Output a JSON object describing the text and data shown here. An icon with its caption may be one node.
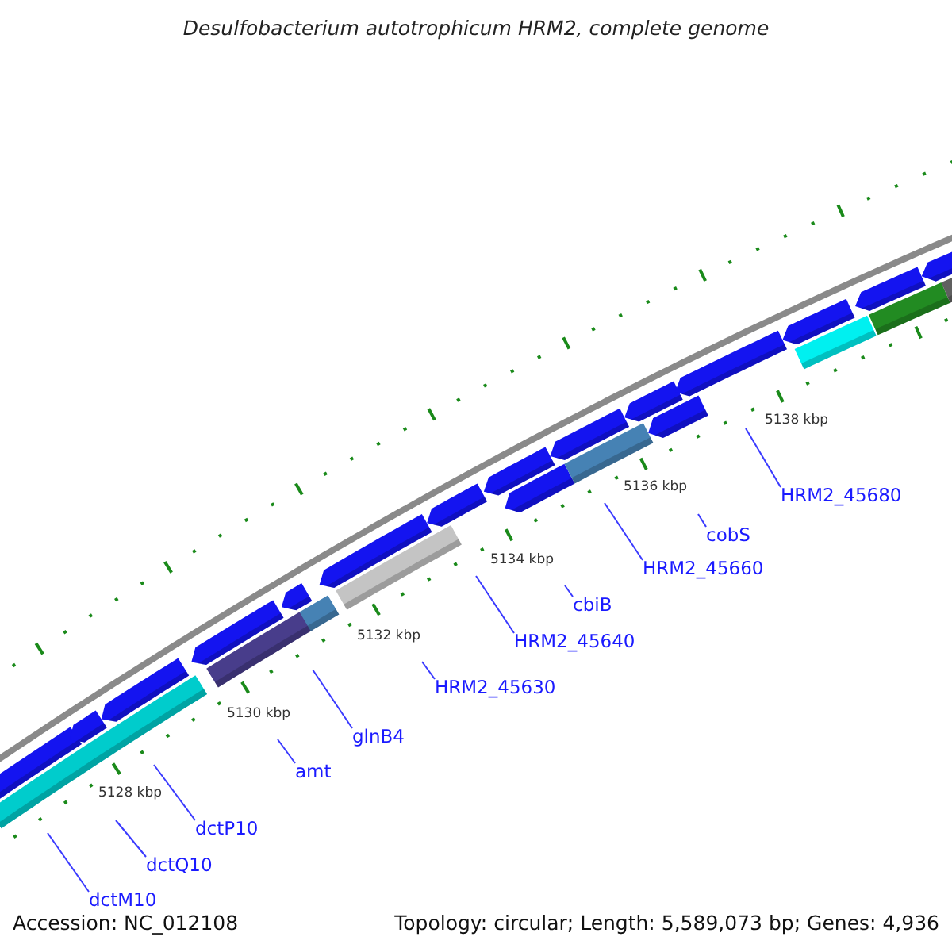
{
  "diagram": {
    "title": "Desulfobacterium autotrophicum HRM2, complete genome",
    "nodes": [
      {
        "text": [
          "dctM10"
        ]
      },
      {
        "text": [
          "dctQ10"
        ]
      },
      {
        "text": [
          "dctP10"
        ]
      },
      {
        "text": [
          "amt"
        ]
      },
      {
        "text": [
          "glnB4"
        ]
      },
      {
        "text": [
          "HRM2_45630"
        ]
      },
      {
        "text": [
          "HRM2_45640"
        ]
      },
      {
        "text": [
          "cbiB"
        ]
      },
      {
        "text": [
          "HRM2_45660"
        ]
      },
      {
        "text": [
          "cobS"
        ]
      },
      {
        "text": [
          "HRM2_45680"
        ]
      }
    ],
    "edges": [
      {
        "from": 0,
        "to": null,
        "arrow": "none"
      },
      {
        "from": 1,
        "to": null,
        "arrow": "none"
      },
      {
        "from": 2,
        "to": null,
        "arrow": "none"
      },
      {
        "from": 3,
        "to": null,
        "arrow": "none"
      },
      {
        "from": 4,
        "to": null,
        "arrow": "none"
      },
      {
        "from": 5,
        "to": null,
        "arrow": "none"
      },
      {
        "from": 6,
        "to": null,
        "arrow": "none"
      },
      {
        "from": 7,
        "to": null,
        "arrow": "none"
      },
      {
        "from": 8,
        "to": null,
        "arrow": "none"
      },
      {
        "from": 9,
        "to": null,
        "arrow": "none"
      },
      {
        "from": 10,
        "to": null,
        "arrow": "none"
      }
    ],
    "labels": [
      "5128 kbp",
      "5130 kbp",
      "5132 kbp",
      "5134 kbp",
      "5136 kbp",
      "5138 kbp",
      "Accession: NC_012108",
      "Topology: circular; Length: 5,589,073 bp; Genes: 4,936"
    ]
  }
}
